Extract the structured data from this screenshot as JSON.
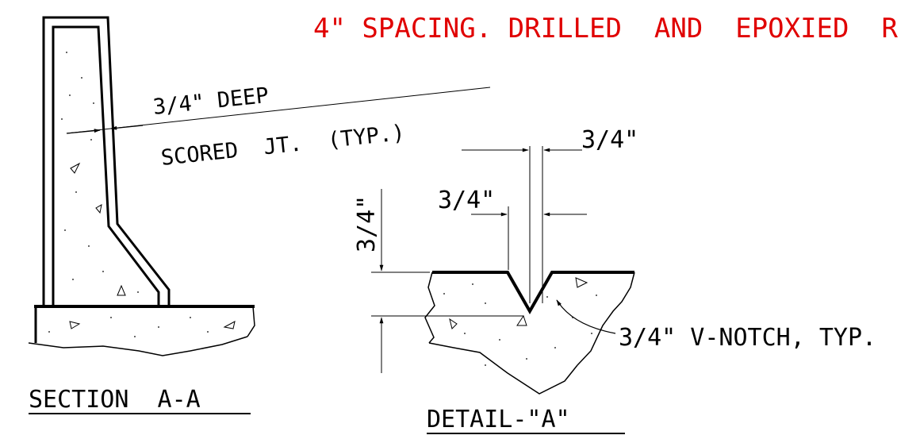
{
  "note_text": "4\" SPACING. DRILLED  AND  EPOXIED  R",
  "colors": {
    "note": "#e00000",
    "ink": "#000000",
    "background": "#ffffff"
  },
  "section_a": {
    "callout_line1": "3/4\" DEEP",
    "callout_line2": "SCORED  JT.  (TYP.)",
    "title": "SECTION  A-A"
  },
  "detail_a": {
    "dim_top_right": "3/4\"",
    "dim_top_left": "3/4\"",
    "dim_vertical": "3/4\"",
    "callout": "3/4\" V-NOTCH, TYP.",
    "title": "DETAIL-\"A\""
  }
}
